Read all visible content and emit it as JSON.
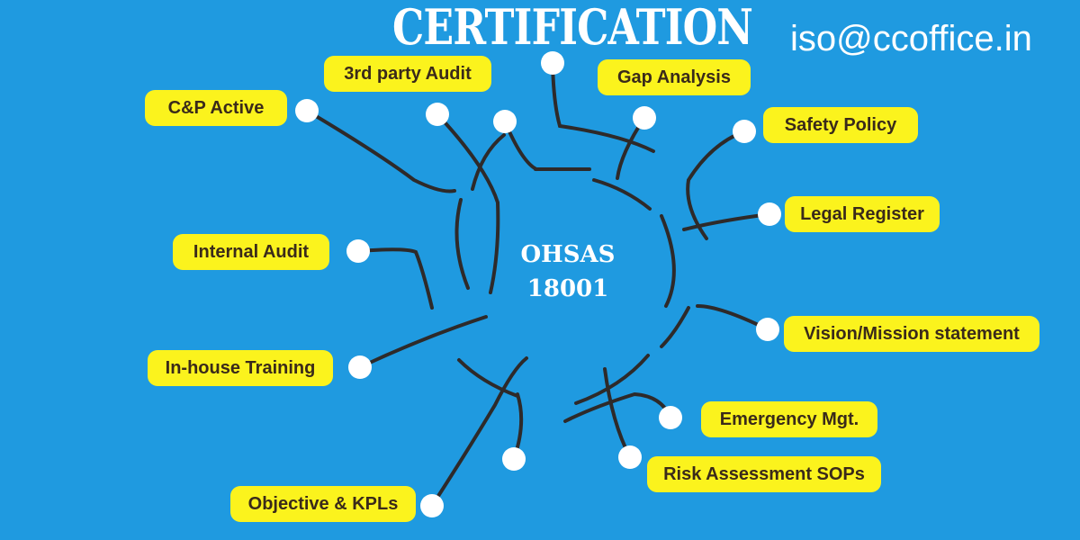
{
  "title": "CERTIFICATION",
  "email": "iso@ccoffice.in",
  "center": {
    "line1": "OHSAS",
    "line2": "18001"
  },
  "colors": {
    "background": "#1f9ae0",
    "label_bg": "#fbf31d",
    "label_text": "#3a2a1a",
    "wire": "#2e2a2a",
    "node": "#ffffff"
  },
  "labels": {
    "cp_active": "C&P Active",
    "third_party_audit": "3rd party Audit",
    "gap_analysis": "Gap Analysis",
    "safety_policy": "Safety Policy",
    "legal_register": "Legal Register",
    "internal_audit": "Internal Audit",
    "vision_mission": "Vision/Mission statement",
    "in_house_training": "In-house Training",
    "emergency_mgt": "Emergency Mgt.",
    "risk_assessment": "Risk Assessment SOPs",
    "objective_kpls": "Objective & KPLs"
  }
}
